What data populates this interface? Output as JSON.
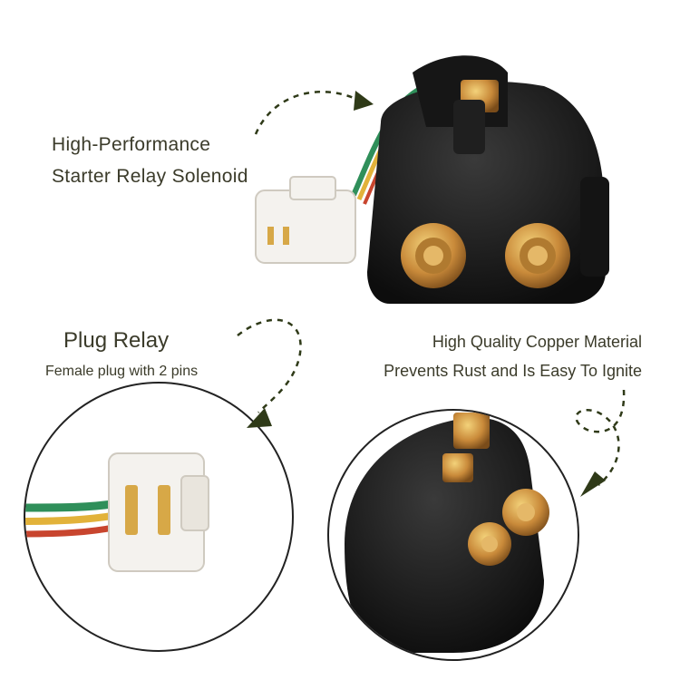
{
  "product": {
    "title_line1": "High-Performance",
    "title_line2": "Starter Relay Solenoid"
  },
  "plug": {
    "title": "Plug Relay",
    "subtitle": "Female plug with 2 pins"
  },
  "material": {
    "line1": "High Quality Copper Material",
    "line2": "Prevents Rust and Is Easy To Ignite"
  },
  "colors": {
    "text": "#3b3b2a",
    "arrow": "#2f3a18",
    "relay_body": "#1a1a1a",
    "copper": "#c98a3a",
    "wire_green": "#2f8f5a",
    "wire_yellow": "#e2b23a",
    "wire_red": "#c8452e",
    "connector": "#f4f2ee"
  }
}
